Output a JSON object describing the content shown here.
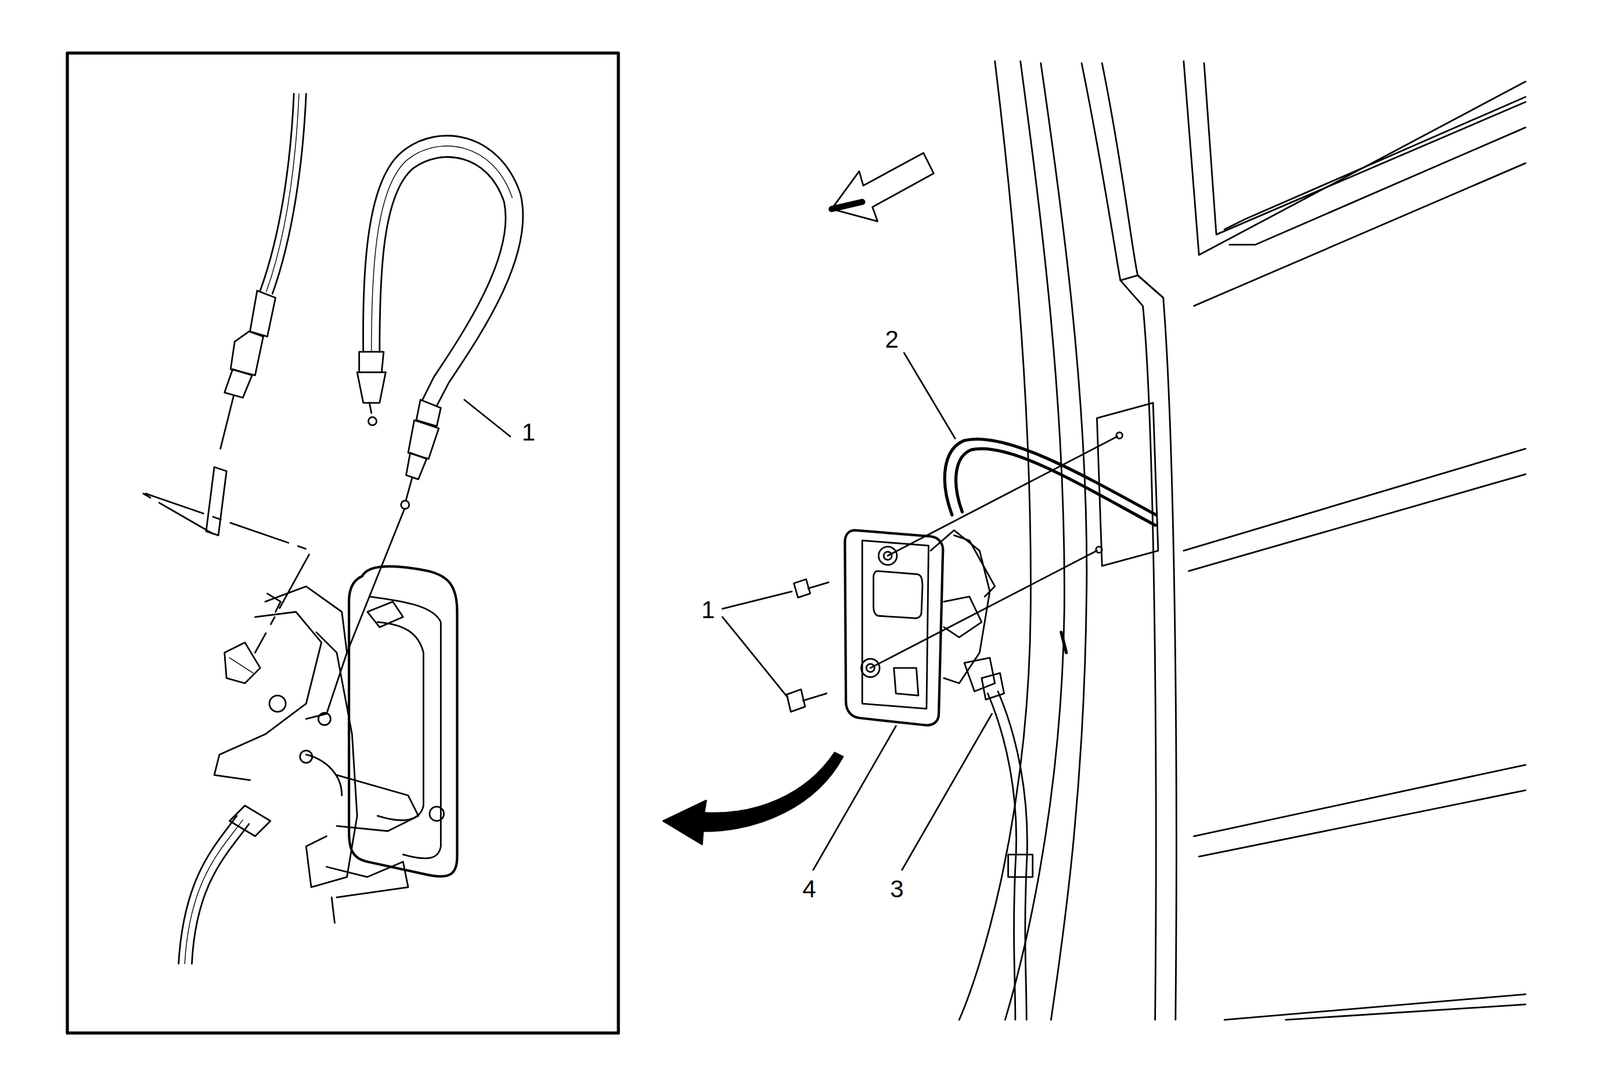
{
  "diagram": {
    "labels": [
      "1",
      "2",
      "1",
      "4",
      "3"
    ]
  }
}
